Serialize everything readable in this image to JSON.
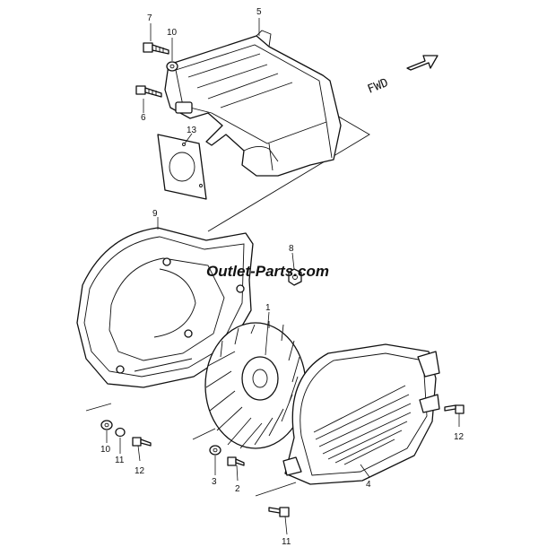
{
  "watermark": "Outlet-Parts.com",
  "direction_label": "FWD",
  "callouts": {
    "p1": "1",
    "p2": "2",
    "p3": "3",
    "p4": "4",
    "p5": "5",
    "p6": "6",
    "p7": "7",
    "p8": "8",
    "p9": "9",
    "p10a": "10",
    "p10b": "10",
    "p11a": "11",
    "p11b": "11",
    "p12a": "12",
    "p12b": "12",
    "p13": "13"
  }
}
